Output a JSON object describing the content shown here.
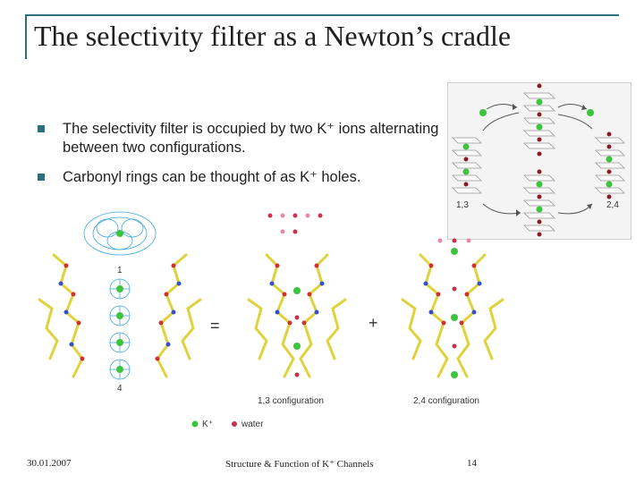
{
  "slide": {
    "title": "The selectivity filter as a Newton’s cradle",
    "bullets": [
      "The selectivity filter is occupied by two K⁺ ions alternating between two configurations.",
      "Carbonyl rings can be thought of as K⁺ holes."
    ],
    "footer": {
      "date": "30.01.2007",
      "center": "Structure & Function of K⁺ Channels",
      "page": "14"
    }
  },
  "figure_top_right": {
    "left_label": "1,3",
    "right_label": "2,4"
  },
  "figure_bottom": {
    "site_top": "1",
    "site_bottom": "4",
    "equals": "=",
    "plus": "+",
    "config_13": "1,3 configuration",
    "config_24": "2,4 configuration",
    "legend_k": "K⁺",
    "legend_water": "water"
  },
  "colors": {
    "accent": "#2d6f7a",
    "potassium": "#3cc43c",
    "water": "#c8314a",
    "water_light": "#e58aa6",
    "stick": "#e0d23a",
    "density": "#3aa7e0"
  }
}
